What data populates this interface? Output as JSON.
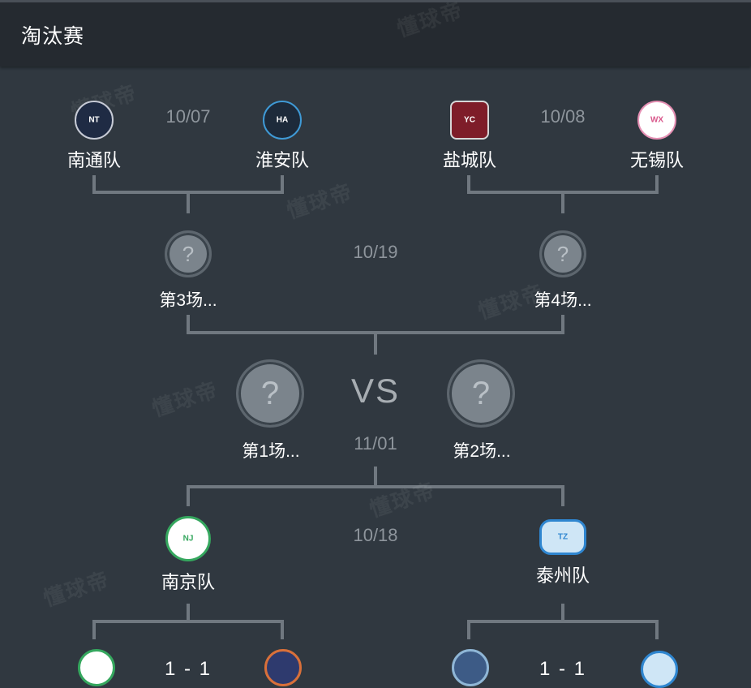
{
  "header": {
    "title": "淘汰赛"
  },
  "watermark": "懂球帝",
  "round1": {
    "left": {
      "date": "10/07",
      "home": "南通队",
      "away": "淮安队"
    },
    "right": {
      "date": "10/08",
      "home": "盐城队",
      "away": "无锡队"
    }
  },
  "round2": {
    "date": "10/19",
    "left_label": "第3场...",
    "right_label": "第4场...",
    "placeholder": "?"
  },
  "final": {
    "vs": "VS",
    "date": "11/01",
    "left_label": "第1场...",
    "right_label": "第2场...",
    "placeholder": "?"
  },
  "lower_semis": {
    "date": "10/18",
    "left_team": "南京队",
    "right_team": "泰州队"
  },
  "lower_round": {
    "left_score": "1 - 1",
    "right_score": "1 - 1"
  },
  "colors": {
    "background": "#303840",
    "header": "#252a30",
    "bracket_line": "#707880",
    "date_text": "#8e959c"
  }
}
